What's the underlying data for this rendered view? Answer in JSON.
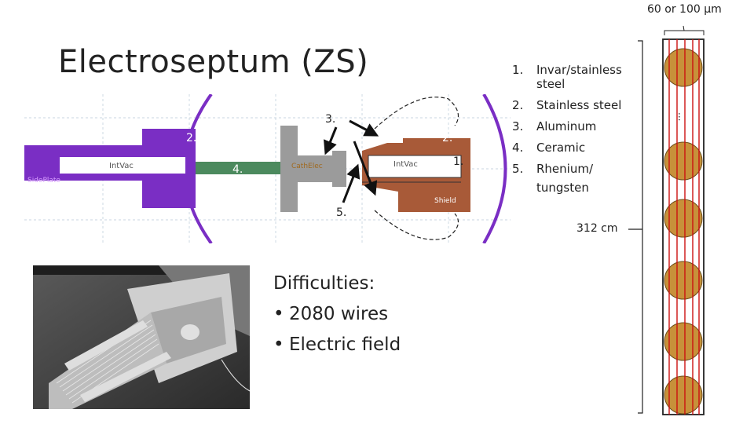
{
  "title": "Electroseptum (ZS)",
  "materials": [
    {
      "number": "1.",
      "name": "Invar/stainless steel"
    },
    {
      "number": "2.",
      "name": "Stainless steel"
    },
    {
      "number": "3.",
      "name": "Aluminum"
    },
    {
      "number": "4.",
      "name": "Ceramic"
    },
    {
      "number": "5.",
      "name": "Rhenium/"
    }
  ],
  "materials_continuation": "tungsten",
  "diagram": {
    "callouts": [
      "1.",
      "2.",
      "2.",
      "3.",
      "4.",
      "5."
    ],
    "part_labels": [
      "IntVac",
      "CathElec",
      "IntVac",
      "SidePlate",
      "Shield"
    ],
    "colors": {
      "plate_purple": "#7a2ec4",
      "ceramic_green": "#4c8a5e",
      "aluminum_gray": "#9b9b9b",
      "steel_brown": "#a85a38",
      "grid_line": "#b8c8d8"
    }
  },
  "length_label": "312 cm",
  "width_label": "60 or 100 µm",
  "sidebar": {
    "ellipsis": "...",
    "colors": {
      "disc": "#c7913a",
      "wire": "#cc1111",
      "frame": "#222222"
    }
  },
  "difficulties": {
    "heading": "Difficulties:",
    "items": [
      "2080 wires",
      "Electric field"
    ]
  },
  "photo": {
    "description": "grayscale photo of electroseptum wire assembly"
  }
}
